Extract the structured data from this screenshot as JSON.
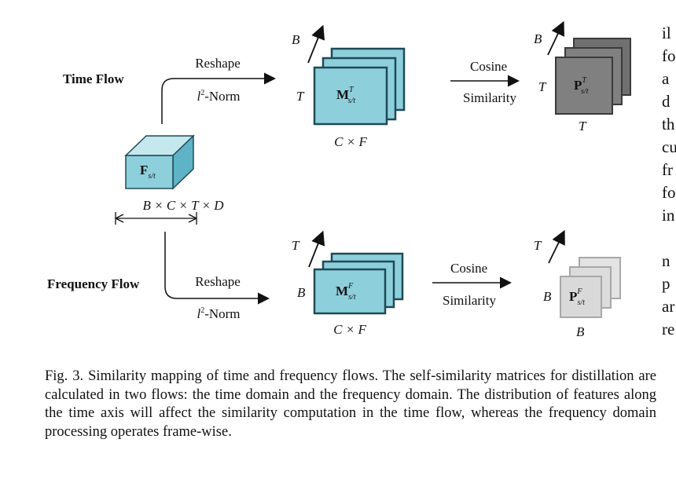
{
  "figure": {
    "time_flow_label": "Time Flow",
    "frequency_flow_label": "Frequency Flow",
    "reshape_label": "Reshape",
    "norm_label_l": "l",
    "norm_label_sup": "2",
    "norm_label_rest": "-Norm",
    "cosine_label": "Cosine",
    "similarity_label": "Similarity",
    "feature_main": "F",
    "feature_sub": "s/t",
    "feature_dims": "B × C × T × D",
    "mat_main": "M",
    "mat_sup_time": "T",
    "mat_sup_freq": "F",
    "mat_sub": "s/t",
    "mat_dims": "C × F",
    "sim_main": "P",
    "sim_sup_time": "T",
    "sim_sup_freq": "F",
    "sim_sub": "s/t",
    "axis_B": "B",
    "axis_T": "T"
  },
  "caption": "Fig. 3.  Similarity mapping of time and frequency flows. The self-similarity matrices for distillation are calculated in two flows: the time domain and the frequency domain. The distribution of features along the time axis will affect the similarity computation in the time flow, whereas the frequency domain processing operates frame-wise.",
  "side_text": [
    "il",
    "fo",
    "a",
    "d",
    "th",
    "cu",
    "fr",
    "fo",
    "in",
    "",
    "n",
    "p",
    "ar",
    "re"
  ],
  "colors": {
    "teal_fill": "#8ecfdc",
    "teal_stroke": "#1e4a57",
    "dark_fill": "#808080",
    "light_fill": "#d9d9d9"
  }
}
